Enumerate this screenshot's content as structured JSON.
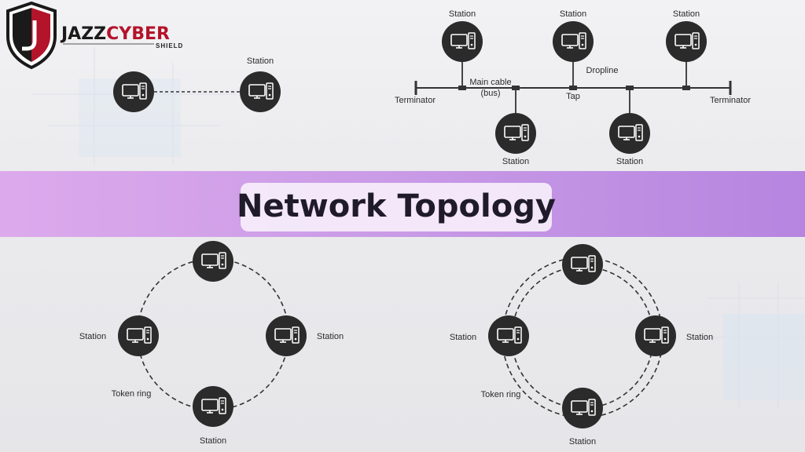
{
  "brand": {
    "name_part1": "JAZZ",
    "name_part2": "CYBER",
    "sub": "SHIELD"
  },
  "title": "Network Topology",
  "colors": {
    "node": "#2b2b2b",
    "banner_left": "#d9a6ea",
    "banner_right": "#b887e0",
    "brand_red": "#b3142a"
  },
  "p2p": {
    "station_label": "Station"
  },
  "bus": {
    "station_label": "Station",
    "main_cable_label": "Main cable",
    "bus_label": "(bus)",
    "dropline_label": "Dropline",
    "tap_label": "Tap",
    "terminator_left": "Terminator",
    "terminator_right": "Terminator"
  },
  "ring": {
    "station_label": "Station",
    "token_label": "Token ring"
  },
  "dual_ring": {
    "station_label": "Station",
    "token_label": "Token ring"
  }
}
